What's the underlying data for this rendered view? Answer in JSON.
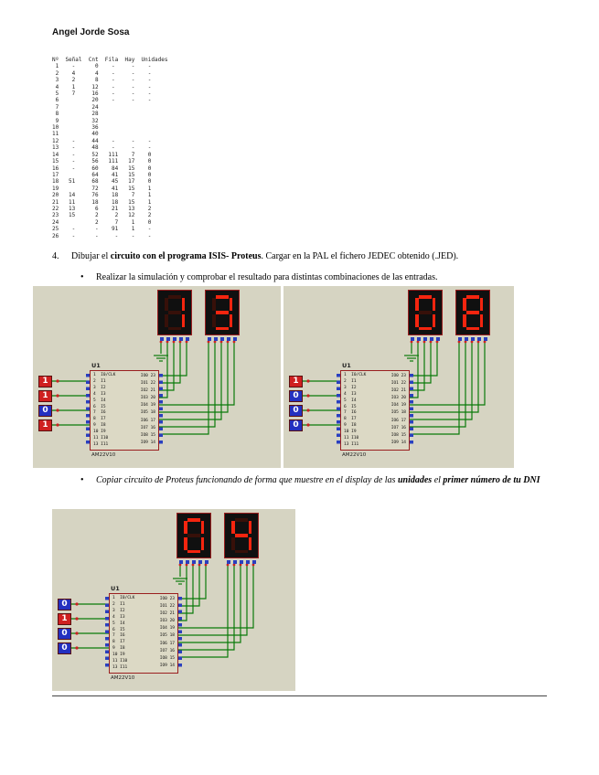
{
  "header": {
    "author": "Angel Jorde Sosa"
  },
  "truth_table": {
    "text": "Nº  Señal  Cnt  Fila  Hay  Unidades\n 1    -      0    -     -    -\n 2    4      4    -     -    -\n 3    2      8    -     -    -\n 4    1     12    -     -    -\n 5    7     16    -     -    -\n 6          20    -     -    -\n 7          24\n 8          28\n 9          32\n10          36\n11          40\n12    -     44    -     -    -\n13    -     48    -     -    -\n14    -     52   111    7    0\n15    -     56   111   17    0\n16    -     60    84   15    0\n17          64    41   15    0\n18   51     68    45   17    0\n19          72    41   15    1\n20   14     76    18    7    1\n21   11     18    18   15    1\n22   13      6    21   13    2\n23   15      2     2   12    2\n24           2     7    1    0\n25    -      -    91    1    -\n26    -      -     -    -    -"
  },
  "item4": {
    "marker": "4.",
    "pre": "Dibujar el ",
    "bold": "circuito con el programa ISIS- Proteus",
    "post": ". Cargar en la PAL el fichero JEDEC obtenido (.JED)."
  },
  "bullet1": {
    "marker": "•",
    "text": "Realizar la simulación y comprobar el resultado para distintas combinaciones de las entradas."
  },
  "bullet2": {
    "marker": "•",
    "pre": "Copiar circuito de Proteus funcionando de forma que muestre en el display de las ",
    "bold1": "unidades",
    "mid": " el ",
    "bold2": "primer número de tu DNI"
  },
  "chip": {
    "ref": "U1",
    "value": "AM22V10",
    "left_pins": "1  I0/CLK\n2  I1\n3  I2\n4  I3\n5  I4\n6  I5\n7  I6\n8  I7\n9  I8\n10 I9\n11 I10\n13 I11",
    "right_pins": "IO0 23\nIO1 22\nIO2 21\nIO3 20\nIO4 19\nIO5 18\nIO6 17\nIO7 16\nIO8 15\nIO9 14"
  },
  "circuits": [
    {
      "name": "simulacion-13",
      "digits": [
        "1",
        "3"
      ],
      "inputs": [
        "1",
        "1",
        "0",
        "1"
      ]
    },
    {
      "name": "simulacion-08",
      "digits": [
        "0",
        "8"
      ],
      "inputs": [
        "1",
        "0",
        "0",
        "0"
      ]
    },
    {
      "name": "simulacion-04",
      "digits": [
        "0",
        "4"
      ],
      "inputs": [
        "0",
        "1",
        "0",
        "0"
      ]
    }
  ],
  "colors": {
    "panel-bg": "#d6d4c2",
    "wire-green": "#0a7a0a",
    "comp-red": "#9a1f1f",
    "pin-blue": "#2a3fbf",
    "seg-on": "#f5250f",
    "seg-off": "#371009",
    "logic-hi": "#cf2020",
    "logic-lo": "#2330c0",
    "dot-red": "#cc2222"
  }
}
